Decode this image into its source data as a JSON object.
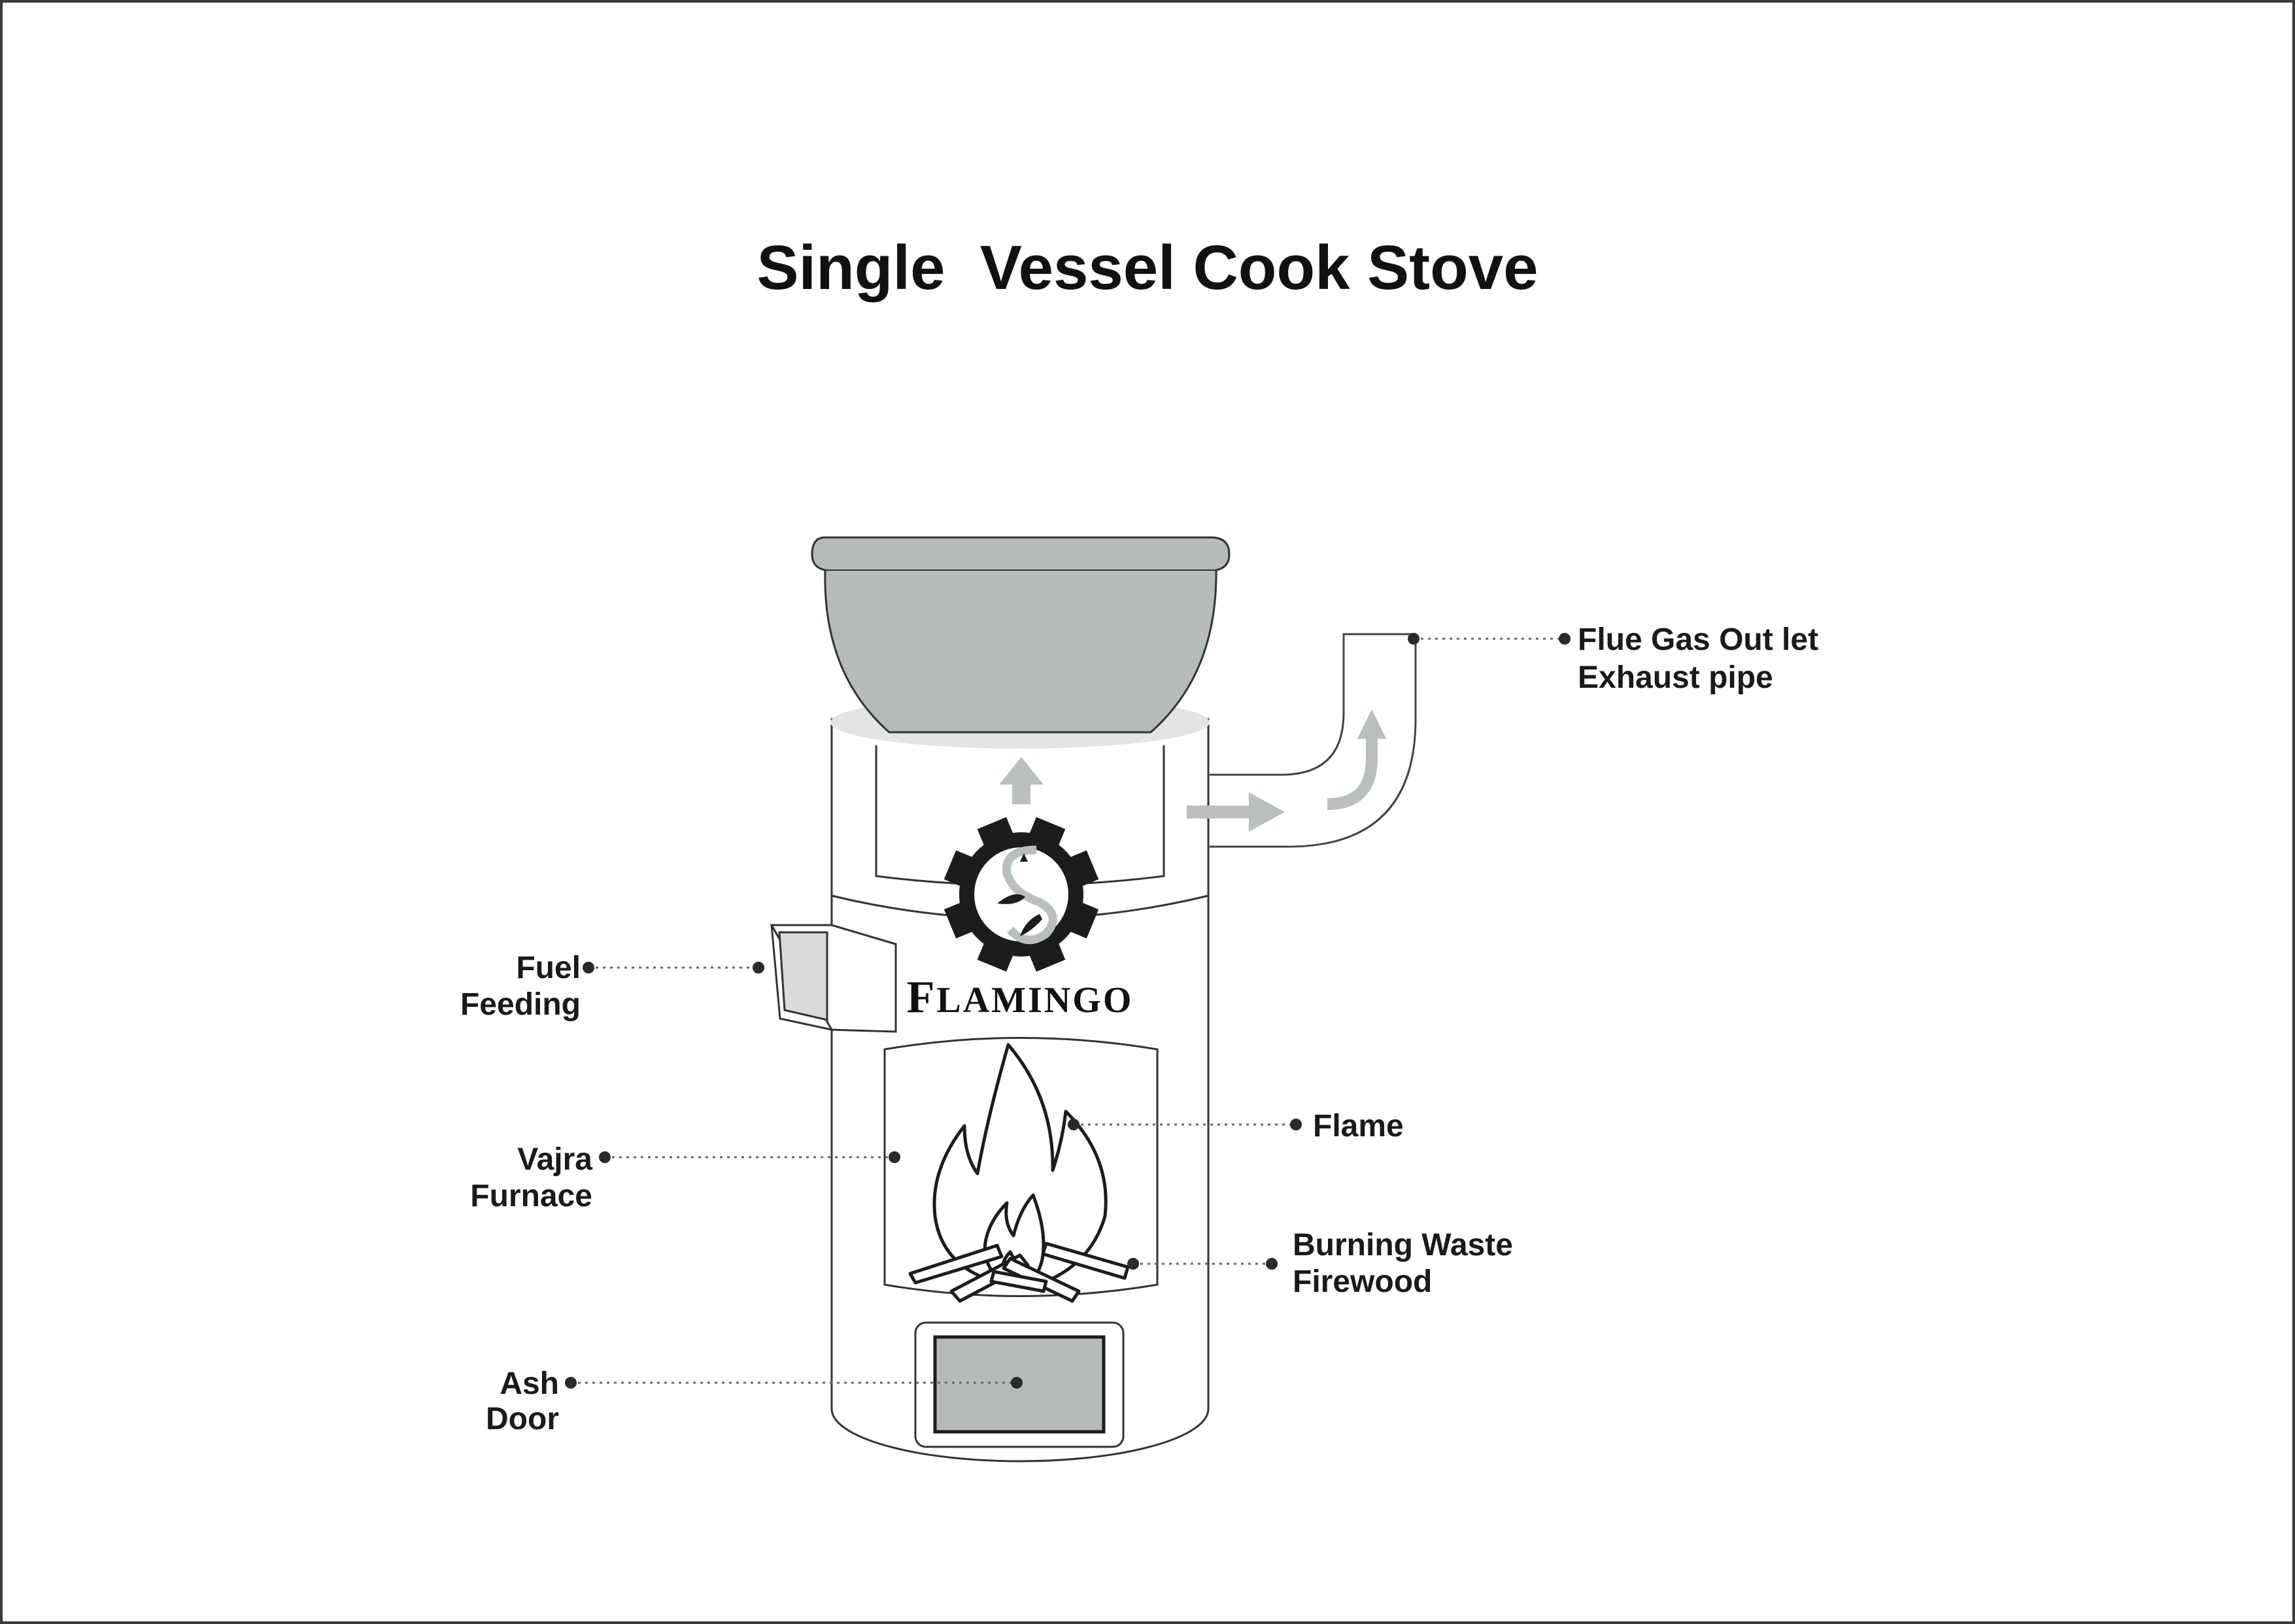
{
  "title": "Single  Vessel Cook Stove",
  "brand": {
    "initial": "F",
    "rest": "LAMINGO"
  },
  "labels": {
    "flue_line1": "Flue Gas Out let",
    "flue_line2": "Exhaust pipe",
    "fuel_line1": "Fuel",
    "fuel_line2": "Feeding",
    "flame": "Flame",
    "vajra_line1": "Vajra",
    "vajra_line2": "Furnace",
    "burning_line1": "Burning Waste",
    "burning_line2": "Firewood",
    "ash_line1": "Ash",
    "ash_line2": "Door"
  },
  "icons": [
    "gear-logo-icon",
    "flame-icon",
    "firewood-icon",
    "arrow-up-icon",
    "arrow-right-icon"
  ],
  "colors": {
    "vessel": "#b5bbb8",
    "arrow": "#b8bfbc",
    "stroke": "#333333",
    "light": "#d9dcdb"
  }
}
